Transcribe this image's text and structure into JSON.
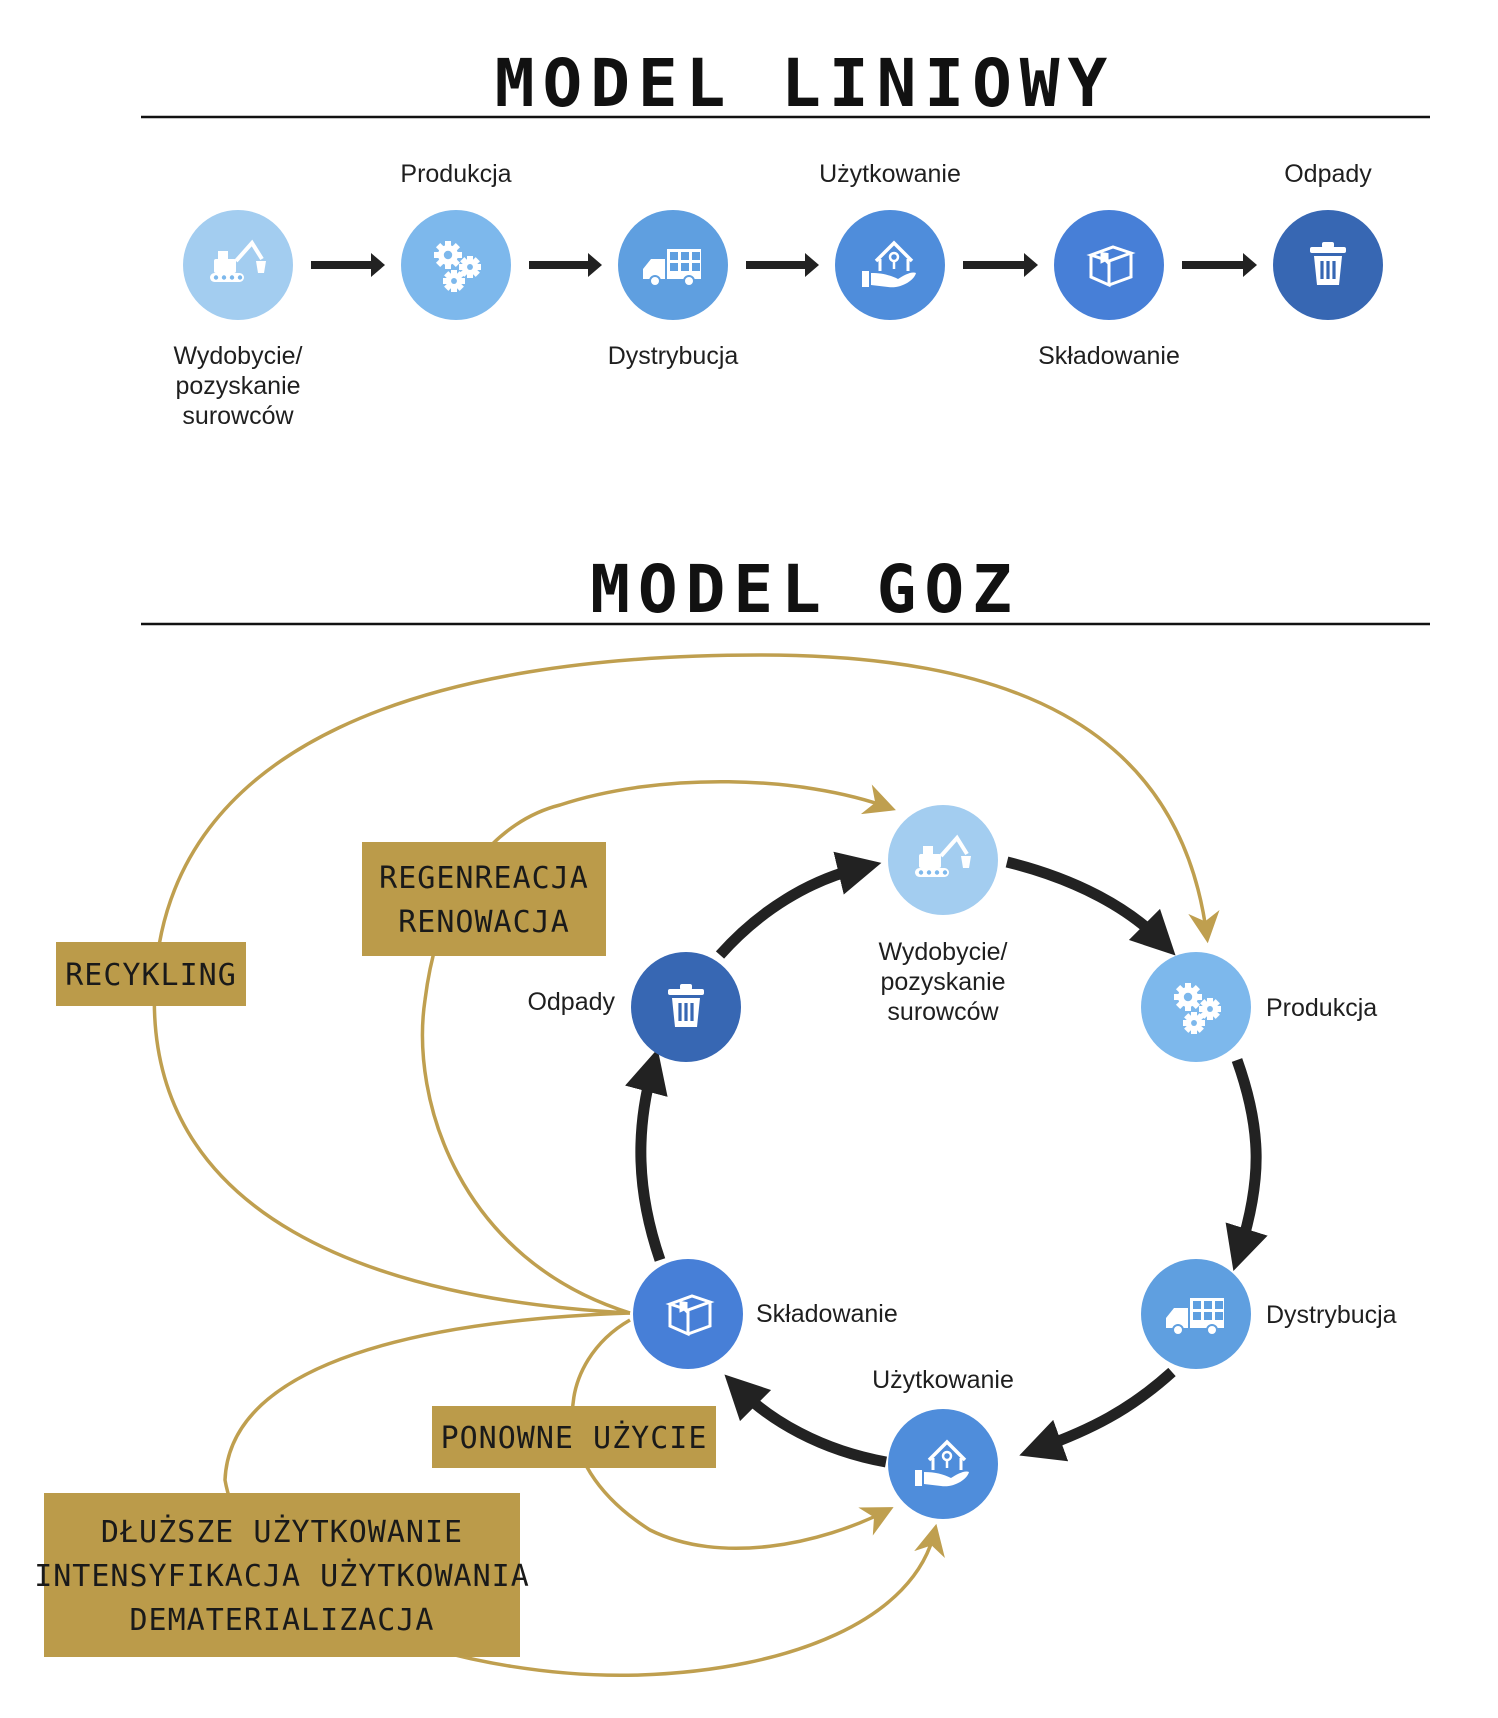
{
  "linear": {
    "title": "MODEL LINIOWY",
    "steps": [
      {
        "label": [
          "Wydobycie/",
          "pozyskanie",
          "surowców"
        ],
        "icon": "excavator-icon",
        "color": "#a3cdf0"
      },
      {
        "label": [
          "Produkcja"
        ],
        "icon": "gears-icon",
        "color": "#7db8ec"
      },
      {
        "label": [
          "Dystrybucja"
        ],
        "icon": "truck-icon",
        "color": "#5f9fe0"
      },
      {
        "label": [
          "Użytkowanie"
        ],
        "icon": "house-hand-icon",
        "color": "#4f8ddb"
      },
      {
        "label": [
          "Składowanie"
        ],
        "icon": "box-icon",
        "color": "#477fd7"
      },
      {
        "label": [
          "Odpady"
        ],
        "icon": "trash-icon",
        "color": "#3767b3"
      }
    ]
  },
  "circular": {
    "title": "MODEL GOZ",
    "nodes": [
      {
        "id": "extraction",
        "label": [
          "Wydobycie/",
          "pozyskanie",
          "surowców"
        ],
        "icon": "excavator-icon",
        "color": "#a3cdf0"
      },
      {
        "id": "production",
        "label": [
          "Produkcja"
        ],
        "icon": "gears-icon",
        "color": "#7db8ec"
      },
      {
        "id": "distribution",
        "label": [
          "Dystrybucja"
        ],
        "icon": "truck-icon",
        "color": "#5f9fe0"
      },
      {
        "id": "usage",
        "label": [
          "Użytkowanie"
        ],
        "icon": "house-hand-icon",
        "color": "#4f8ddb"
      },
      {
        "id": "storage",
        "label": [
          "Składowanie"
        ],
        "icon": "box-icon",
        "color": "#477fd7"
      },
      {
        "id": "waste",
        "label": [
          "Odpady"
        ],
        "icon": "trash-icon",
        "color": "#3767b3"
      }
    ],
    "loops": [
      {
        "id": "recycling",
        "lines": [
          "RECYKLING"
        ]
      },
      {
        "id": "regeneration",
        "lines": [
          "REGENREACJA",
          "RENOWACJA"
        ]
      },
      {
        "id": "reuse",
        "lines": [
          "PONOWNE UŻYCIE"
        ]
      },
      {
        "id": "longer-use",
        "lines": [
          "DŁUŻSZE UŻYTKOWANIE",
          "INTENSYFIKACJA UŻYTKOWANIA",
          "DEMATERIALIZACJA"
        ]
      }
    ]
  },
  "colors": {
    "gold": "#bb9b4a",
    "gold_line": "#bf9f4f",
    "arrow": "#222222"
  }
}
